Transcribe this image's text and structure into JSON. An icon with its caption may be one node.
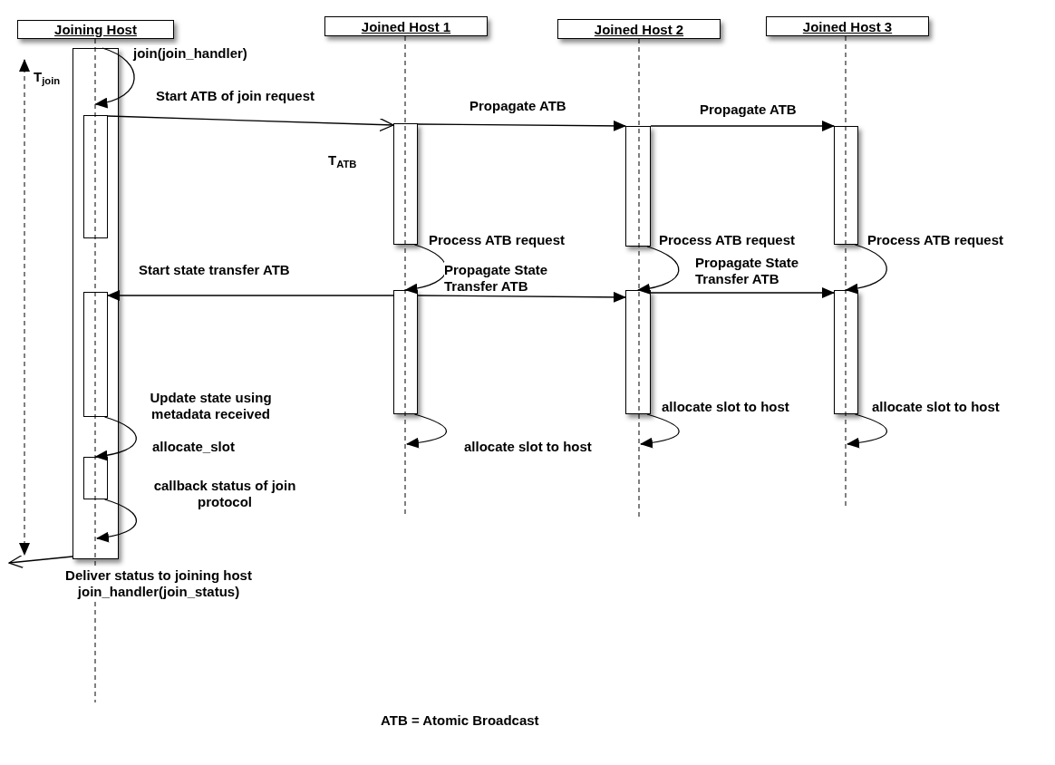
{
  "diagram": {
    "nodes": [
      {
        "text": [
          "Joining Host"
        ]
      },
      {
        "text": [
          "Joined Host 1"
        ]
      },
      {
        "text": [
          "Joined Host 2"
        ]
      },
      {
        "text": [
          "Joined Host 3"
        ]
      },
      {
        "text": [],
        "shape": "bar"
      },
      {
        "text": [],
        "shape": "bar",
        "in": 4
      },
      {
        "text": [],
        "shape": "bar",
        "in": 4
      },
      {
        "text": [],
        "shape": "bar",
        "in": 4
      },
      {
        "text": [],
        "shape": "bar"
      },
      {
        "text": [],
        "shape": "bar"
      },
      {
        "text": [],
        "shape": "bar"
      },
      {
        "text": [],
        "shape": "bar"
      },
      {
        "text": [],
        "shape": "bar"
      },
      {
        "text": [],
        "shape": "bar"
      }
    ],
    "edges": [
      {
        "from": 4,
        "to": 5,
        "arrow": "to",
        "label": "join(join_handler)"
      },
      {
        "from": 5,
        "to": 8,
        "arrow": "to",
        "label": "Start ATB of join request"
      },
      {
        "from": 8,
        "to": 10,
        "arrow": "to",
        "label": "Propagate ATB"
      },
      {
        "from": 10,
        "to": 12,
        "arrow": "to",
        "label": "Propagate ATB"
      },
      {
        "from": 8,
        "to": 9,
        "arrow": "to",
        "label": "Process ATB request"
      },
      {
        "from": 10,
        "to": 11,
        "arrow": "to",
        "label": "Process ATB request"
      },
      {
        "from": 12,
        "to": 13,
        "arrow": "to",
        "label": "Process ATB request"
      },
      {
        "from": 9,
        "to": 6,
        "arrow": "to",
        "label": "Start state transfer ATB"
      },
      {
        "from": 9,
        "to": 11,
        "arrow": "to",
        "label": "Propagate State Transfer ATB"
      },
      {
        "from": 11,
        "to": 13,
        "arrow": "to",
        "label": "Propagate State Transfer ATB"
      },
      {
        "from": 9,
        "to": null,
        "arrow": "to",
        "label": "allocate slot to host"
      },
      {
        "from": 11,
        "to": null,
        "arrow": "to",
        "label": "allocate slot to host"
      },
      {
        "from": 13,
        "to": null,
        "arrow": "to",
        "label": "allocate slot to host"
      },
      {
        "from": 6,
        "to": 7,
        "arrow": "to",
        "label": "allocate_slot"
      },
      {
        "from": 7,
        "to": null,
        "arrow": "to",
        "label": "callback status of join protocol"
      },
      {
        "from": 4,
        "to": null,
        "arrow": "to",
        "label": "Deliver status to joining host join_handler(join_status)"
      }
    ],
    "labels": [
      "T$_{join}$",
      "T$_{ATB}$",
      "Update state using metadata received",
      "ATB = Atomic Broadcast"
    ]
  }
}
